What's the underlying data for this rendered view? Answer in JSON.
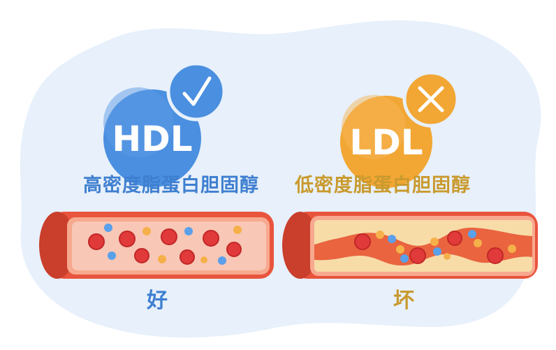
{
  "hdl": {
    "acronym": "HDL",
    "label": "高密度脂蛋白胆固醇",
    "verdict": "好",
    "badge_icon": "check-icon",
    "color": "#4a8fe0",
    "label_color": "#3f7fd0"
  },
  "ldl": {
    "acronym": "LDL",
    "label": "低密度脂蛋白胆固醇",
    "verdict": "坏",
    "badge_icon": "cross-icon",
    "color": "#f2a634",
    "label_color": "#c99a2e"
  },
  "colors": {
    "background_blob": "#e7f0fb",
    "vessel_wall": "#e9543d",
    "vessel_lumen": "#f7c4b8",
    "red_cell": "#e03a3a",
    "yellow_cell": "#f5b04a",
    "blue_cell": "#5aa0ea",
    "plaque": "#f7dca8"
  }
}
